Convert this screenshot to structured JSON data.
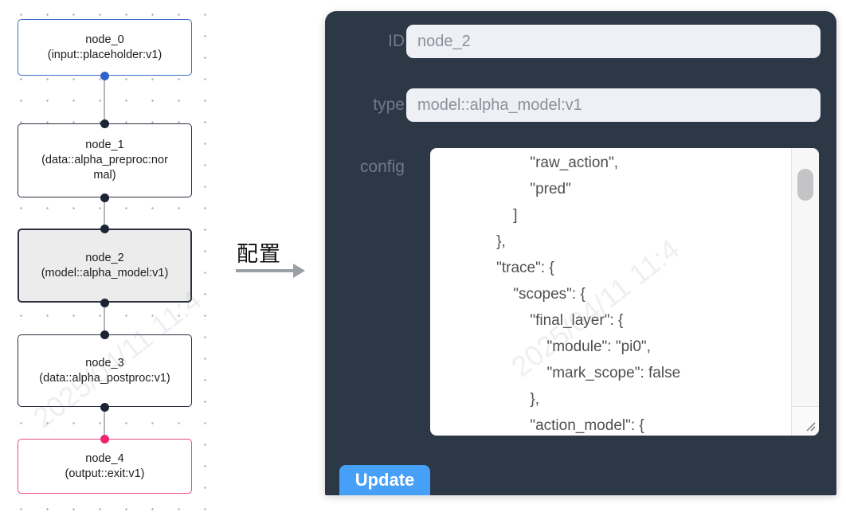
{
  "flow": {
    "nodes": [
      {
        "name": "node_0",
        "type_label": "(input::placeholder:v1)",
        "kind": "input",
        "accent": "#3d6cc9",
        "selected": false
      },
      {
        "name": "node_1",
        "type_label": "(data::alpha_preproc:normal)",
        "kind": "data",
        "accent": "#2b2f3e",
        "selected": false
      },
      {
        "name": "node_2",
        "type_label": "(model::alpha_model:v1)",
        "kind": "model",
        "accent": "#2b2f3e",
        "selected": true
      },
      {
        "name": "node_3",
        "type_label": "(data::alpha_postproc:v1)",
        "kind": "data",
        "accent": "#2b2f3e",
        "selected": false
      },
      {
        "name": "node_4",
        "type_label": "(output::exit:v1)",
        "kind": "output",
        "accent": "#ea4a83",
        "selected": false
      }
    ],
    "edges": [
      [
        "node_0",
        "node_1"
      ],
      [
        "node_1",
        "node_2"
      ],
      [
        "node_2",
        "node_3"
      ],
      [
        "node_3",
        "node_4"
      ]
    ]
  },
  "annotation": {
    "label": "配置"
  },
  "panel": {
    "id_field": {
      "label": "ID",
      "value": "node_2"
    },
    "type_field": {
      "label": "type",
      "value": "model::alpha_model:v1"
    },
    "config_field": {
      "label": "config",
      "value": "            \"raw_action\",\n            \"pred\"\n        ]\n    },\n    \"trace\": {\n        \"scopes\": {\n            \"final_layer\": {\n                \"module\": \"pi0\",\n                \"mark_scope\": false\n            },\n            \"action_model\": {"
    },
    "update_label": "Update"
  },
  "watermark": "2025/04/11 11:4",
  "colors": {
    "panel_bg": "#2d3847",
    "input_bg": "#eef0f5",
    "button_blue": "#47a0f8",
    "node_selected_bg": "#ececec",
    "input_node_accent": "#3d6cc9",
    "output_node_accent": "#ea4a83",
    "port_dark": "#1b2334",
    "port_blue": "#2f63cb",
    "port_pink": "#f1256f"
  }
}
